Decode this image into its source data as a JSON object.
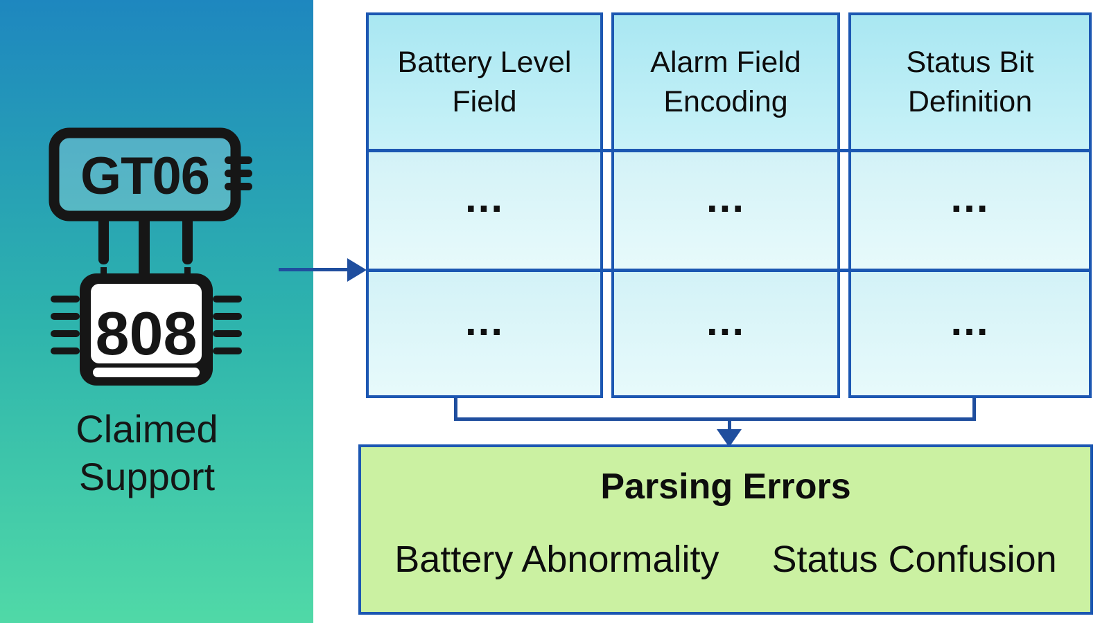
{
  "left_panel": {
    "device_top_label": "GT06",
    "device_bottom_label": "808",
    "caption_lines": [
      "Claimed",
      "Support"
    ]
  },
  "table": {
    "columns": [
      {
        "header": "Battery Level Field",
        "rows": [
          "...",
          "..."
        ]
      },
      {
        "header": "Alarm Field Encoding",
        "rows": [
          "...",
          "..."
        ]
      },
      {
        "header": "Status Bit Definition",
        "rows": [
          "...",
          "..."
        ]
      }
    ]
  },
  "result_box": {
    "title": "Parsing Errors",
    "items": [
      "Battery Abnormality",
      "Status Confusion"
    ]
  },
  "colors": {
    "panel_gradient_top": "#1e87bf",
    "panel_gradient_mid": "#2eb4ad",
    "panel_gradient_bottom": "#50d9a7",
    "box_border_blue": "#1c57b2",
    "arrow_navy": "#1f4e9e",
    "header_cell_cyan": "#a9e7f2",
    "data_cell_cyan": "#ddf6f9",
    "result_box_green": "#cbf1a2",
    "icon_black": "#161616",
    "text_black": "#111111"
  }
}
